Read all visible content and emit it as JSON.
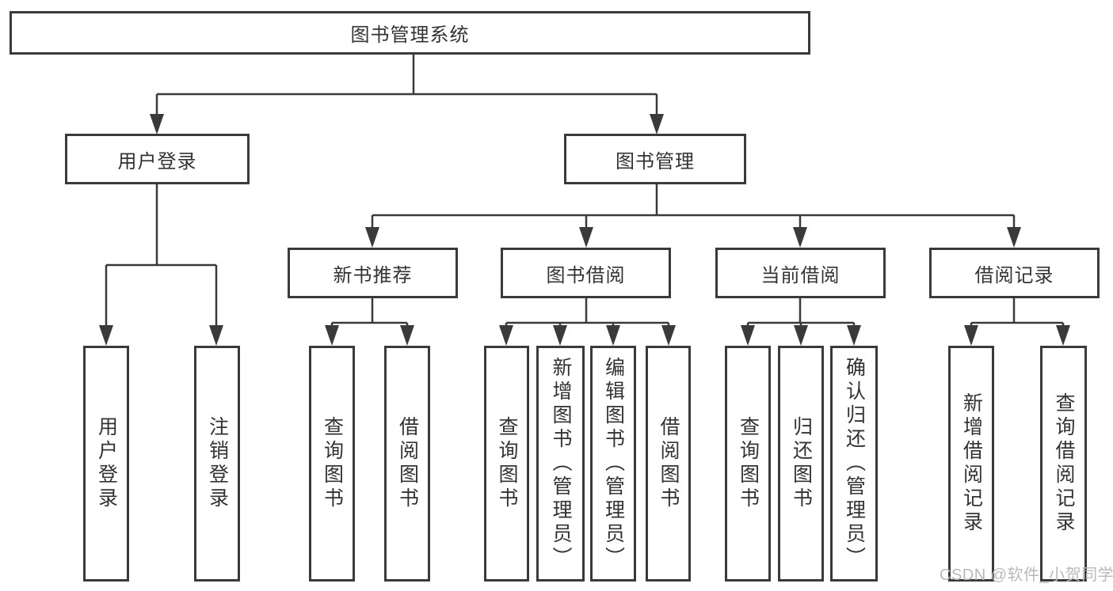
{
  "colors": {
    "line": "#3a3a3a",
    "text": "#333333",
    "watermark": "#b9b9b9",
    "background": "#ffffff"
  },
  "watermark": {
    "text": "CSDN @软件_小贺同学"
  },
  "diagram": {
    "type": "hierarchy-tree",
    "root": {
      "label": "图书管理系统",
      "children": [
        {
          "label": "用户登录",
          "children": [
            {
              "label": "用户登录"
            },
            {
              "label": "注销登录"
            }
          ]
        },
        {
          "label": "图书管理",
          "children": [
            {
              "label": "新书推荐",
              "children": [
                {
                  "label": "查询图书"
                },
                {
                  "label": "借阅图书"
                }
              ]
            },
            {
              "label": "图书借阅",
              "children": [
                {
                  "label": "查询图书"
                },
                {
                  "label": "新增图书（管理员）"
                },
                {
                  "label": "编辑图书（管理员）"
                },
                {
                  "label": "借阅图书"
                }
              ]
            },
            {
              "label": "当前借阅",
              "children": [
                {
                  "label": "查询图书"
                },
                {
                  "label": "归还图书"
                },
                {
                  "label": "确认归还（管理员）"
                }
              ]
            },
            {
              "label": "借阅记录",
              "children": [
                {
                  "label": "新增借阅记录"
                },
                {
                  "label": "查询借阅记录"
                }
              ]
            }
          ]
        }
      ]
    }
  }
}
